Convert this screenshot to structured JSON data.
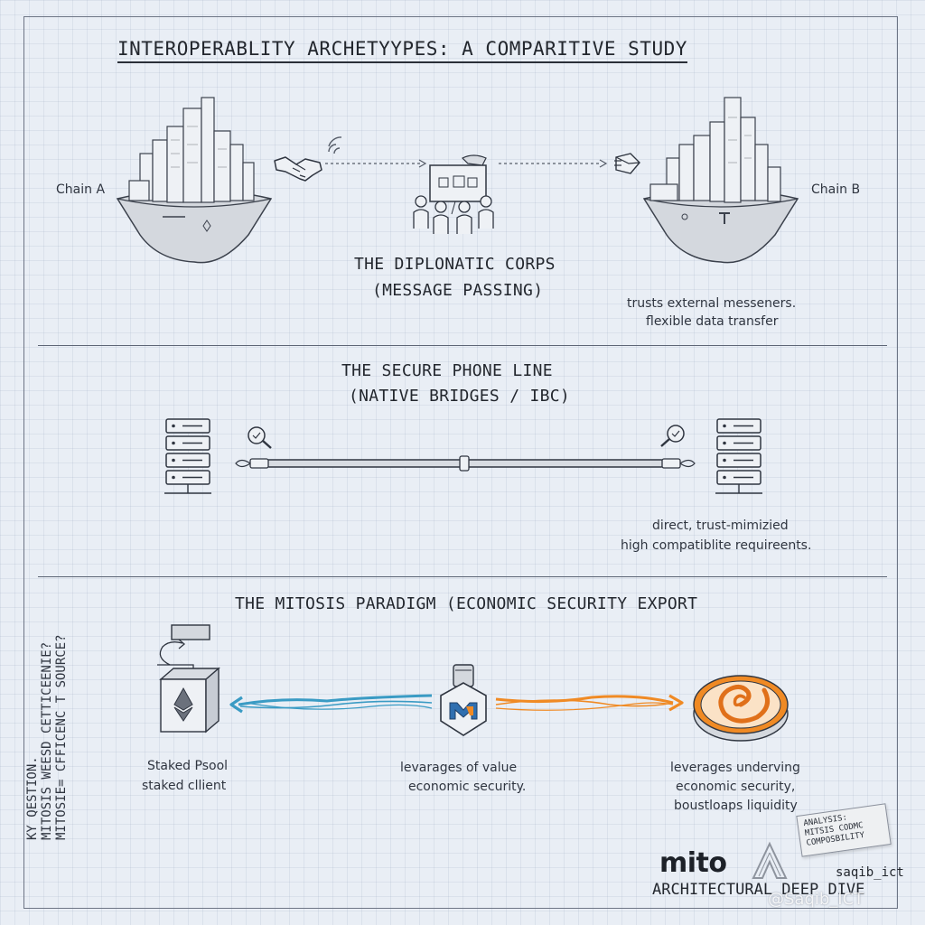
{
  "title": "INTEROPERABLITY ARCHETYYPES: A COMPARITIVE STUDY",
  "section1": {
    "chain_a": "Chain A",
    "chain_b": "Chain B",
    "heading_line1": "THE DIPLONATIC CORPS",
    "heading_line2": "(MESSAGE PASSING)",
    "note_line1": "trusts external messeners.",
    "note_line2": "flexible data transfer"
  },
  "section2": {
    "heading_line1": "THE SECURE PHONE LINE",
    "heading_line2": "(NATIVE BRIDGES / IBC)",
    "note_line1": "direct, trust-mimizied",
    "note_line2": "high compatiblite requireents."
  },
  "section3": {
    "heading": "THE MITOSIS PARADIGM (ECONOMIC SECURITY EXPORT",
    "left_line1": "Staked Psool",
    "left_line2": "staked cllient",
    "center_line1": "levarages of value",
    "center_line2": "economic security.",
    "right_line1": "leverages underving",
    "right_line2": "economic security,",
    "right_line3": "boustloaps liquidity"
  },
  "side_note": {
    "line1": "KY QESTION.",
    "line2": "MITOSIS WEESD CETTICEENIE?",
    "line3": "MITOSIE= CFFICENC T SOURCE?"
  },
  "sticky_note": {
    "line1": "ANALYSIS:",
    "line2": "MITSIS CODMC",
    "line3": "COMPOSBILITY"
  },
  "brand": {
    "name": "mito",
    "tagline": "ARCHITECTURAL DEEP DIVE",
    "handle": "saqib_ict",
    "watermark": "@Saqib_ICT"
  },
  "colors": {
    "ink": "#2a2f38",
    "teal_arrow": "#3a9bc4",
    "orange_arrow": "#f08a24",
    "mito_blue": "#2f6fb0",
    "mito_orange": "#f08a24"
  }
}
